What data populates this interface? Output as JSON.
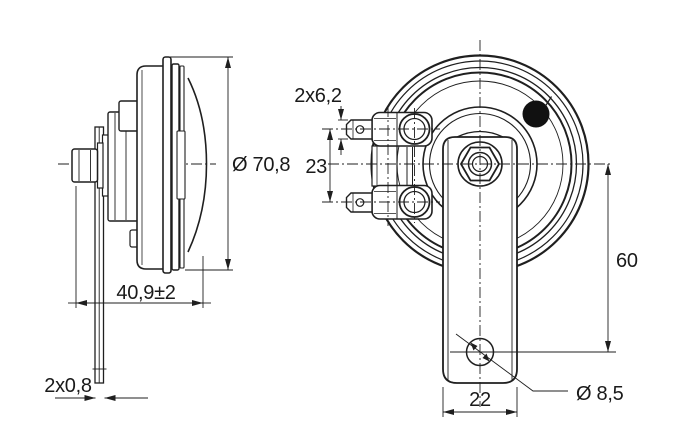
{
  "drawing": {
    "background_color": "#ffffff",
    "line_color": "#1f1f1f",
    "dimensions": {
      "body_diameter": "Ø 70,8",
      "body_depth": "40,9±2",
      "bracket_plate_thickness": "2x0,8",
      "terminal_width": "2x6,2",
      "terminal_spacing": "23",
      "mount_offset": "60",
      "bracket_width": "22",
      "mount_hole_diameter": "Ø 8,5"
    }
  }
}
